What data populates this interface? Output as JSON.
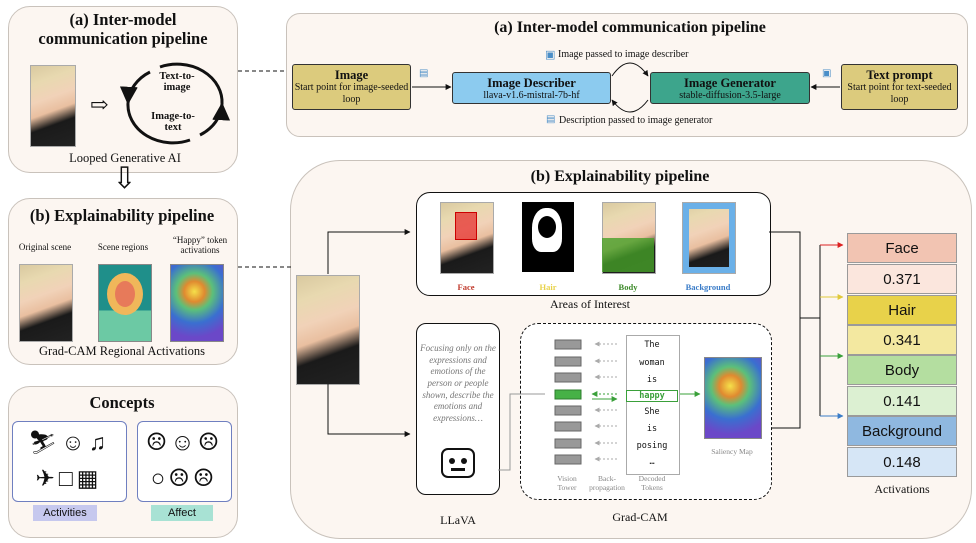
{
  "panel_a_small": {
    "title": "(a) Inter-model communication pipeline",
    "loop_top": "Text-to-image",
    "loop_bottom": "Image-to-text",
    "caption": "Looped Generative AI"
  },
  "panel_b_small": {
    "title": "(b) Explainability pipeline",
    "labels": [
      "Original scene",
      "Scene regions",
      "“Happy” token activations"
    ],
    "caption": "Grad-CAM Regional Activations"
  },
  "concepts": {
    "title": "Concepts",
    "activities_label": "Activities",
    "affect_label": "Affect"
  },
  "pipeline_a": {
    "title": "(a) Inter-model communication pipeline",
    "image_box": {
      "title": "Image",
      "subtitle": "Start point for image-seeded loop"
    },
    "describer_box": {
      "title": "Image Describer",
      "subtitle": "llava-v1.6-mistral-7b-hf"
    },
    "generator_box": {
      "title": "Image Generator",
      "subtitle": "stable-diffusion-3.5-large"
    },
    "prompt_box": {
      "title": "Text prompt",
      "subtitle": "Start point for text-seeded loop"
    },
    "top_note": "Image passed to image describer",
    "bottom_note": "Description passed to image generator"
  },
  "pipeline_b": {
    "title": "(b) Explainability pipeline",
    "areas": [
      "Face",
      "Hair",
      "Body",
      "Background"
    ],
    "areas_caption": "Areas of Interest",
    "prompt_text": "Focusing only on the expressions and emotions of the person or people shown, describe the emotions and expressions…",
    "llava_label": "LLaVA",
    "tokens": [
      "The",
      "woman",
      "is",
      "happy",
      "She",
      "is",
      "posing",
      "…"
    ],
    "col_vision": "Vision Tower",
    "col_back": "Back-propagation",
    "col_decoded": "Decoded Tokens",
    "saliency_label": "Saliency Map",
    "gradcam_label": "Grad-CAM"
  },
  "activations": {
    "caption": "Activations",
    "rows": [
      {
        "label": "Face",
        "value": "0.371"
      },
      {
        "label": "Hair",
        "value": "0.341"
      },
      {
        "label": "Body",
        "value": "0.141"
      },
      {
        "label": "Background",
        "value": "0.148"
      }
    ]
  },
  "colors": {
    "face": "#f2c4b2",
    "face_light": "#fbe6dd",
    "hair": "#e8d24a",
    "hair_light": "#f3e8a0",
    "body": "#b4dea0",
    "body_light": "#dcf0d2",
    "background": "#8fb8e0",
    "background_light": "#d6e6f6",
    "image_box": "#dccb7d",
    "describer_box": "#8ccbef",
    "generator_box": "#3da58c"
  }
}
